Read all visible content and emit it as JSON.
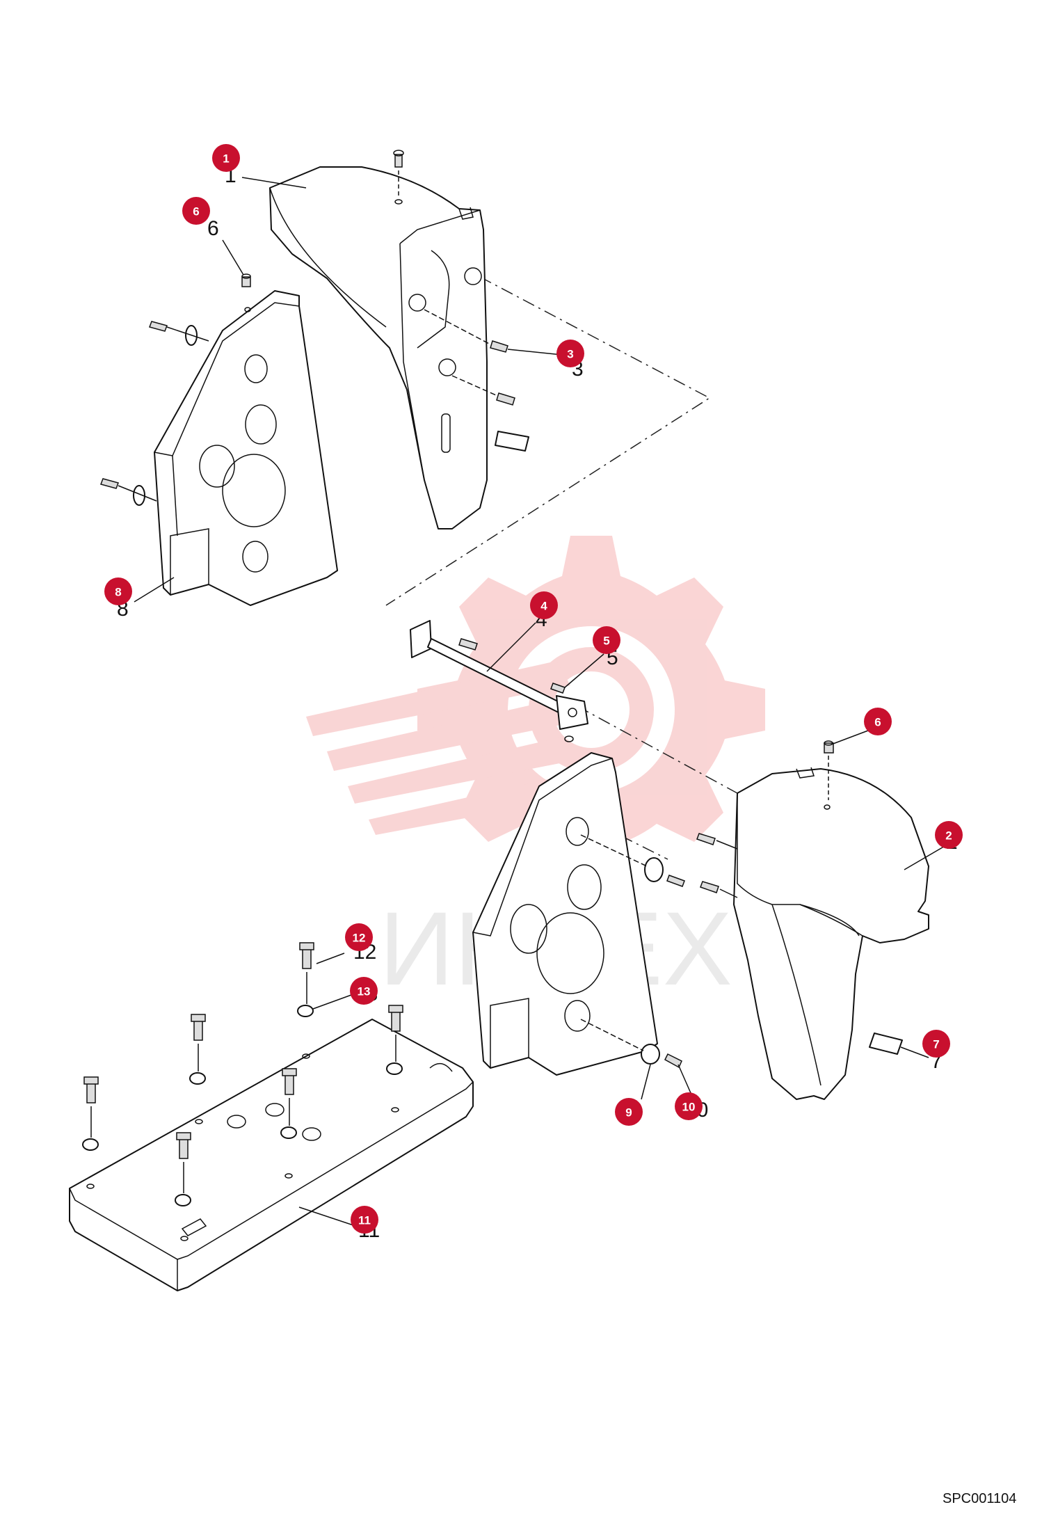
{
  "diagram": {
    "reference_code": "SPC001104",
    "watermark_text": "ИНТЕХ",
    "colors": {
      "callout": "#c8102e",
      "watermark": "#f5b3b3",
      "line": "#111111"
    },
    "callouts": [
      {
        "id": "1",
        "label": "1"
      },
      {
        "id": "6a",
        "label": "6"
      },
      {
        "id": "3",
        "label": "3"
      },
      {
        "id": "8",
        "label": "8"
      },
      {
        "id": "4",
        "label": "4"
      },
      {
        "id": "5",
        "label": "5"
      },
      {
        "id": "6b",
        "label": "6"
      },
      {
        "id": "2",
        "label": "2"
      },
      {
        "id": "12",
        "label": "12"
      },
      {
        "id": "13",
        "label": "13"
      },
      {
        "id": "7",
        "label": "7"
      },
      {
        "id": "9",
        "label": "9"
      },
      {
        "id": "10",
        "label": "10"
      },
      {
        "id": "11",
        "label": "11"
      }
    ],
    "part_numbers": [
      {
        "id": "1",
        "label": "1"
      },
      {
        "id": "6a",
        "label": "6"
      },
      {
        "id": "3",
        "label": "3"
      },
      {
        "id": "8",
        "label": "8"
      },
      {
        "id": "4",
        "label": "4"
      },
      {
        "id": "5",
        "label": "5"
      },
      {
        "id": "2",
        "label": "2"
      },
      {
        "id": "12",
        "label": "12"
      },
      {
        "id": "13",
        "label": "13"
      },
      {
        "id": "7",
        "label": "7"
      },
      {
        "id": "9",
        "label": "9"
      },
      {
        "id": "10",
        "label": "10"
      },
      {
        "id": "11",
        "label": "11"
      }
    ]
  }
}
